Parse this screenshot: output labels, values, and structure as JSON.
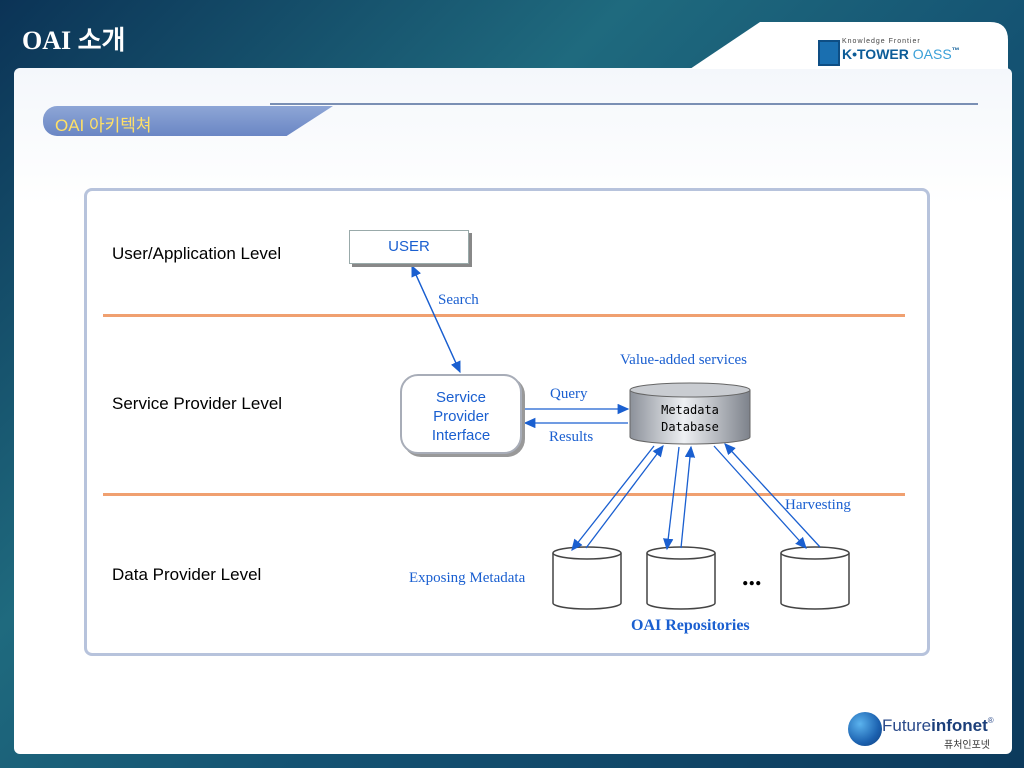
{
  "slide": {
    "title": "OAI 소개",
    "section_label": "OAI 아키텍쳐"
  },
  "brand": {
    "tagline": "Knowledge Frontier",
    "name": "K•TOWER",
    "product": "OASS",
    "tm": "™"
  },
  "levels": {
    "user": "User/Application Level",
    "service": "Service Provider Level",
    "data": "Data Provider Level"
  },
  "nodes": {
    "user": "USER",
    "spi": [
      "Service",
      "Provider",
      "Interface"
    ],
    "metadata_db": [
      "Metadata",
      "Database"
    ]
  },
  "edge_labels": {
    "search": "Search",
    "value_added": "Value-added services",
    "query": "Query",
    "results": "Results",
    "harvesting": "Harvesting",
    "exposing": "Exposing Metadata",
    "repositories": "OAI Repositories",
    "more": "..."
  },
  "footer": {
    "brand_a": "Future",
    "brand_b": "infonet",
    "reg": "®",
    "brand_kr": "퓨처인포넷"
  },
  "colors": {
    "accent_blue": "#1a5fd0",
    "divider_orange": "#f0a070",
    "section_yellow": "#ffe066"
  }
}
